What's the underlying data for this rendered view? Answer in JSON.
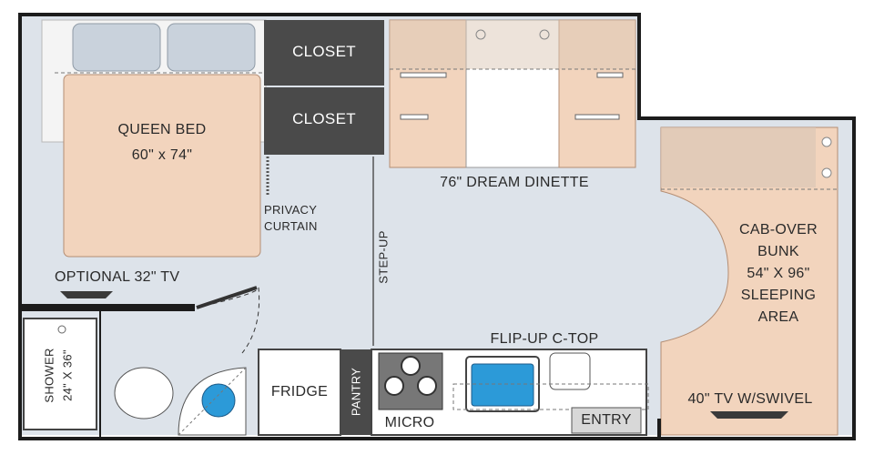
{
  "floorplan": {
    "queen_bed": {
      "title": "QUEEN BED",
      "size": "60\" x 74\""
    },
    "closet_upper": "CLOSET",
    "closet_lower": "CLOSET",
    "privacy_curtain": [
      "PRIVACY",
      "CURTAIN"
    ],
    "dinette": "76\" DREAM DINETTE",
    "step_up": "STEP-UP",
    "optional_tv": "OPTIONAL 32\" TV",
    "cab_over": [
      "CAB-OVER",
      "BUNK",
      "54\" X 96\"",
      "SLEEPING",
      "AREA"
    ],
    "flip_up": "FLIP-UP C-TOP",
    "tv_swivel": "40\" TV W/SWIVEL",
    "shower": [
      "SHOWER",
      "24\" X 36\""
    ],
    "fridge": "FRIDGE",
    "pantry": "PANTRY",
    "micro": "MICRO",
    "entry": "ENTRY"
  },
  "colors": {
    "wall": "#1c1c1c",
    "floor": "#dde3ea",
    "bed": "#f2d4bd",
    "closet": "#4a4a4a",
    "sink_water": "#2c9ad8"
  }
}
